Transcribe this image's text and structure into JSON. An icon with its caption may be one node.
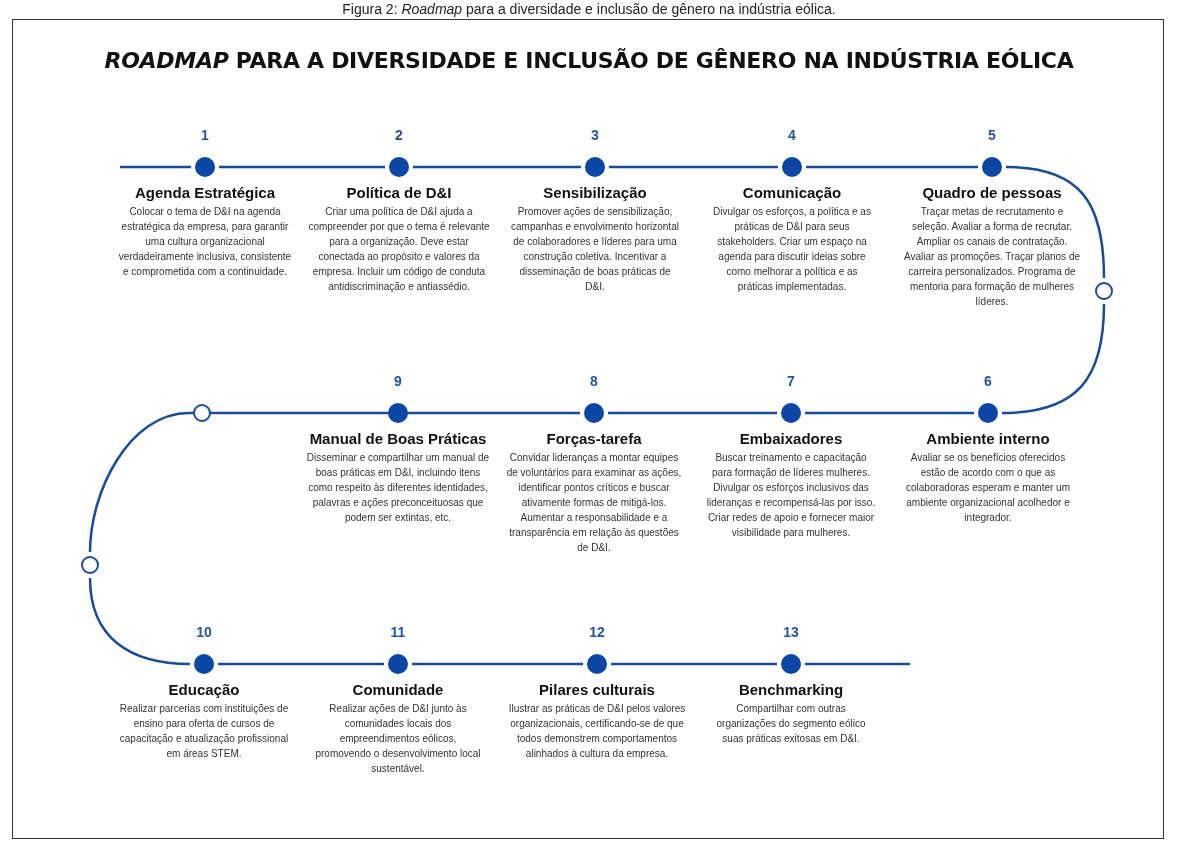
{
  "diagram": {
    "title": "*ROADMAP* PARA A DIVERSIDADE E INCLUSÃO DE GÊNERO NA INDÚSTRIA EÓLICA",
    "caption": "Figura 2: *Roadmap* para a diversidade e inclusão de gênero na indústria eólica.",
    "nodes": [
      {
        "text": [
          "1",
          "Agenda Estratégica",
          "Colocar o tema de D&I na agenda estratégica da empresa, para garantir uma cultura organizacional verdadeiramente inclusiva, consistente e comprometida com a continuidade."
        ]
      },
      {
        "text": [
          "2",
          "Política de D&I",
          "Criar uma política de D&I ajuda a compreender por que o tema é relevante para a organização. Deve estar conectada ao propósito e valores da empresa. Incluir um código de conduta antidiscriminação e antiassédio."
        ]
      },
      {
        "text": [
          "3",
          "Sensibilização",
          "Promover ações de sensibilização, campanhas  e envolvimento horizontal de colaboradores e líderes para uma construção coletiva. Incentivar a disseminação de boas práticas de D&I."
        ]
      },
      {
        "text": [
          "4",
          "Comunicação",
          "Divulgar os esforços, a política e as práticas de D&I para seus stakeholders. Criar um espaço na agenda para discutir ideias sobre como melhorar a política e as práticas implementadas."
        ]
      },
      {
        "text": [
          "5",
          "Quadro de pessoas",
          "Traçar metas de recrutamento e seleção. Avaliar a forma de recrutar. Ampliar os canais de contratação. Avaliar as promoções. Traçar planos de carreira personalizados. Programa de mentoria para formação de mulheres líderes."
        ]
      },
      {
        "text": [],
        "shape": "circle"
      },
      {
        "text": [
          "6",
          "Ambiente interno",
          "Avaliar se os benefícios oferecidos estão de acordo com o que as colaboradoras esperam e manter um ambiente organizacional acolhedor e integrador."
        ]
      },
      {
        "text": [
          "7",
          "Embaixadores",
          "Buscar treinamento e capacitação para formação de líderes mulheres. Divulgar os esforços inclusivos das lideranças e recompensá-las por isso. Criar redes de apoio e fornecer maior visibilidade para mulheres."
        ]
      },
      {
        "text": [
          "8",
          "Forças-tarefa",
          "Convidar lideranças a montar equipes de voluntários para examinar as ações, identificar pontos críticos e buscar ativamente formas de mitigá-los. Aumentar a responsabilidade e a transparência em relação às questões de D&I."
        ]
      },
      {
        "text": [
          "9",
          "Manual de Boas Práticas",
          "Disseminar e compartilhar um manual de boas práticas em D&I, incluindo itens como respeito às diferentes identidades, palavras e ações preconceituosas que podem ser extintas, etc."
        ]
      },
      {
        "text": [],
        "shape": "circle"
      },
      {
        "text": [],
        "shape": "circle"
      },
      {
        "text": [
          "10",
          "Educação",
          "Realizar parcerias com instituições de ensino para oferta de cursos de capacitação e atualização profissional em áreas STEM."
        ]
      },
      {
        "text": [
          "11",
          "Comunidade",
          "Realizar ações de D&I junto às comunidades locais dos empreendimentos eólicos, promovendo o desenvolvimento local sustentável."
        ]
      },
      {
        "text": [
          "12",
          "Pilares culturais",
          "Ilustrar as práticas de D&I pelos valores organizacionais, certificando-se de que todos demonstrem comportamentos alinhados à cultura da empresa."
        ]
      },
      {
        "text": [
          "13",
          "Benchmarking",
          "Compartilhar com outras organizações do segmento eólico suas práticas exitosas em D&I."
        ]
      }
    ],
    "edges": [
      {
        "from": null,
        "to": 0,
        "arrow": "none"
      },
      {
        "from": 0,
        "to": 1,
        "arrow": "none"
      },
      {
        "from": 1,
        "to": 2,
        "arrow": "none"
      },
      {
        "from": 2,
        "to": 3,
        "arrow": "none"
      },
      {
        "from": 3,
        "to": 4,
        "arrow": "none"
      },
      {
        "from": 4,
        "to": 5,
        "arrow": "none"
      },
      {
        "from": 5,
        "to": 6,
        "arrow": "none"
      },
      {
        "from": 6,
        "to": 7,
        "arrow": "none"
      },
      {
        "from": 7,
        "to": 8,
        "arrow": "none"
      },
      {
        "from": 8,
        "to": 9,
        "arrow": "none"
      },
      {
        "from": 9,
        "to": 10,
        "arrow": "none"
      },
      {
        "from": 10,
        "to": 11,
        "arrow": "none"
      },
      {
        "from": 11,
        "to": 12,
        "arrow": "none"
      },
      {
        "from": 12,
        "to": 13,
        "arrow": "none"
      },
      {
        "from": 13,
        "to": 14,
        "arrow": "none"
      },
      {
        "from": 14,
        "to": 15,
        "arrow": "none"
      },
      {
        "from": 15,
        "to": null,
        "arrow": "none"
      }
    ]
  }
}
